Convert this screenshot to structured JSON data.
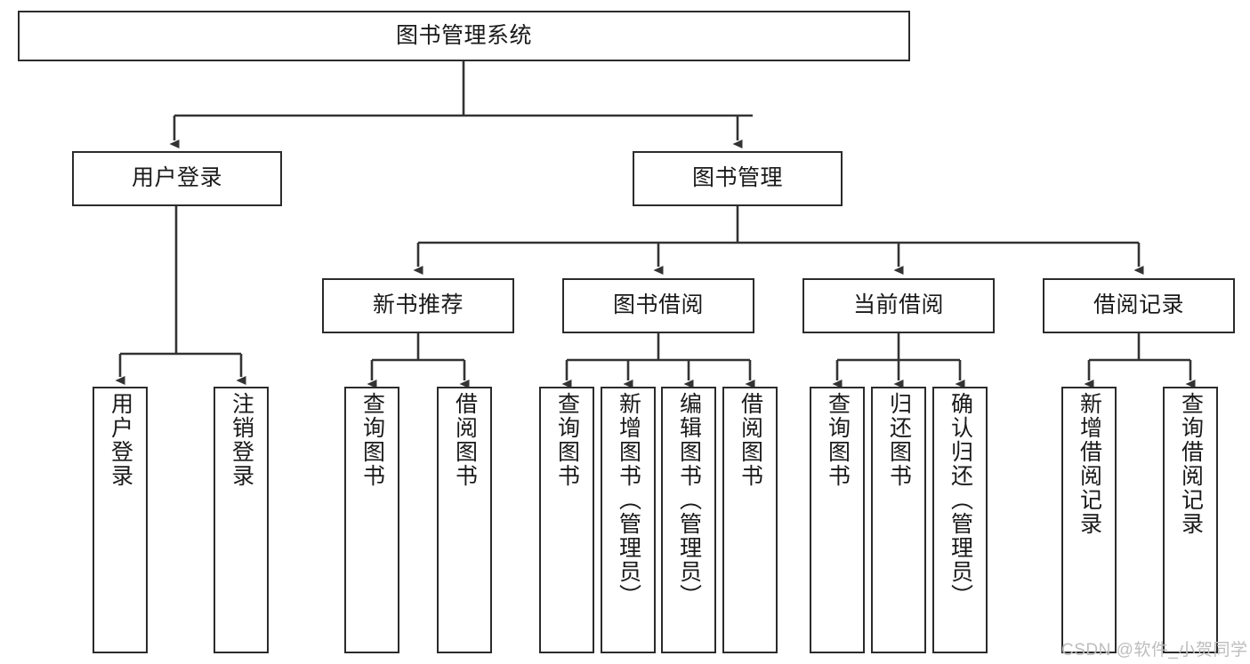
{
  "diagram": {
    "title": "图书管理系统",
    "type": "tree-hierarchy-chart",
    "watermark": "CSDN @软件_小贺同学",
    "colors": {
      "node_border": "#2b2b2b",
      "node_fill": "#ffffff",
      "edge": "#333333",
      "text": "#1a1a1a",
      "watermark": "#bdbdbd",
      "background": "#ffffff"
    },
    "nodes": {
      "root": {
        "label": "图书管理系统"
      },
      "level2": [
        {
          "label": "用户登录"
        },
        {
          "label": "图书管理"
        }
      ],
      "level3": [
        {
          "label": "新书推荐"
        },
        {
          "label": "图书借阅"
        },
        {
          "label": "当前借阅"
        },
        {
          "label": "借阅记录"
        }
      ],
      "leaves": {
        "user_login": [
          {
            "label": "用户登录"
          },
          {
            "label": "注销登录"
          }
        ],
        "new_book_recommend": [
          {
            "label": "查询图书"
          },
          {
            "label": "借阅图书"
          }
        ],
        "book_borrow": [
          {
            "label": "查询图书"
          },
          {
            "label": "新增图书（管理员）"
          },
          {
            "label": "编辑图书（管理员）"
          },
          {
            "label": "借阅图书"
          }
        ],
        "current_borrow": [
          {
            "label": "查询图书"
          },
          {
            "label": "归还图书"
          },
          {
            "label": "确认归还（管理员）"
          }
        ],
        "borrow_record": [
          {
            "label": "新增借阅记录"
          },
          {
            "label": "查询借阅记录"
          }
        ]
      }
    }
  }
}
